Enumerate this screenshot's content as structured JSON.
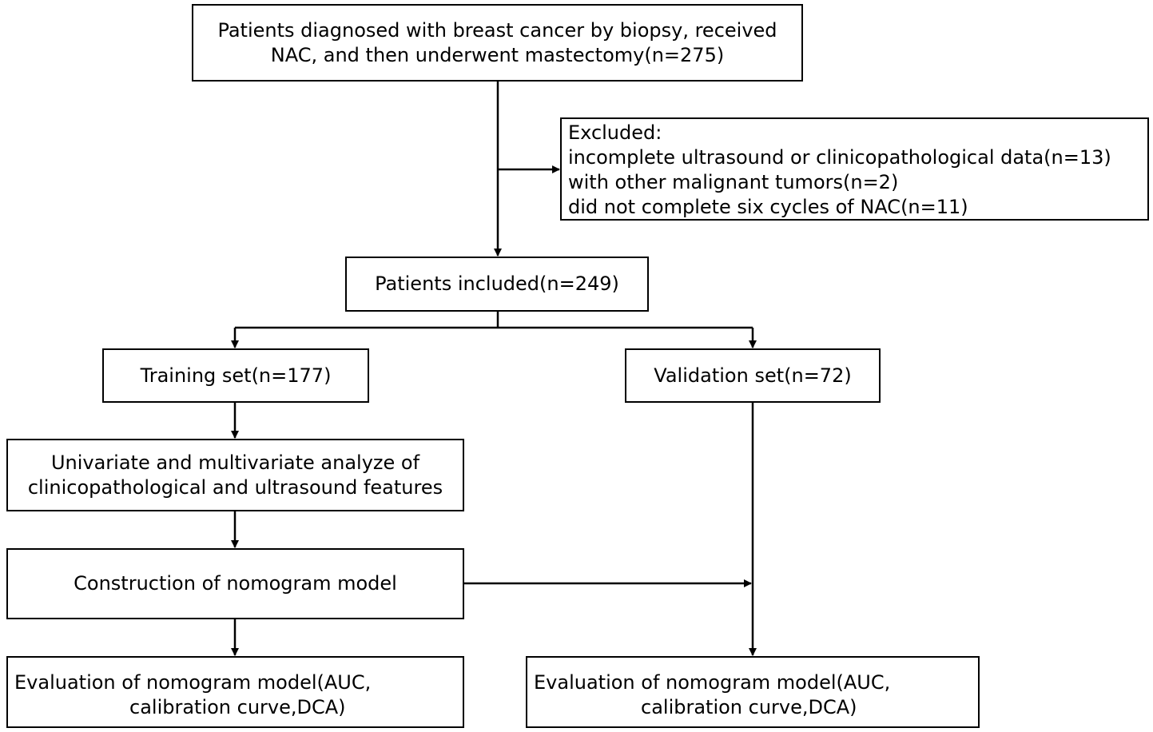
{
  "boxes": {
    "diagnosed": {
      "line1": "Patients diagnosed with breast cancer by biopsy, received",
      "line2": "NAC, and then underwent mastectomy(n=275)"
    },
    "excluded": {
      "heading": "Excluded:",
      "items": [
        "incomplete ultrasound or clinicopathological data(n=13)",
        "with other malignant tumors(n=2)",
        "did not complete six cycles of NAC(n=11)"
      ]
    },
    "included": {
      "label": "Patients included(n=249)"
    },
    "training": {
      "label": "Training set(n=177)"
    },
    "validation": {
      "label": "Validation set(n=72)"
    },
    "analysis": {
      "line1": "Univariate and multivariate analyze of",
      "line2": "clinicopathological and ultrasound features"
    },
    "construction": {
      "label": "Construction of nomogram model"
    },
    "evaluation_training": {
      "line1": "Evaluation of nomogram model(AUC,",
      "line2": "calibration curve,DCA)"
    },
    "evaluation_validation": {
      "line1": "Evaluation of nomogram model(AUC,",
      "line2": "calibration curve,DCA)"
    }
  }
}
